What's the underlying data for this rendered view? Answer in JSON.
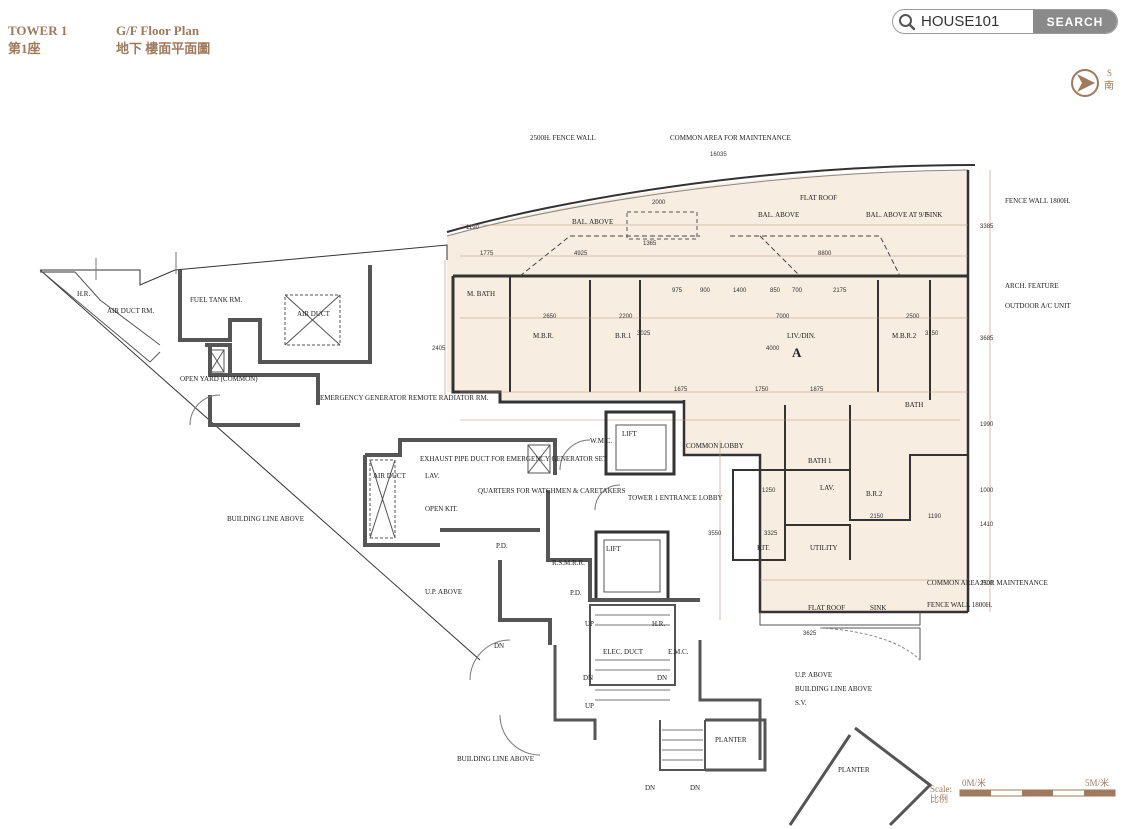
{
  "header": {
    "tower_en": "TOWER 1",
    "tower_zh": "第1座",
    "plan_en": "G/F Floor Plan",
    "plan_zh": "地下 樓面平面圖"
  },
  "search": {
    "value": "HOUSE101",
    "button_label": "SEARCH"
  },
  "compass": {
    "letter": "S",
    "zh": "南"
  },
  "rooms": {
    "flat_roof_top": "FLAT ROOF",
    "m_bath": "M. BATH",
    "mbr": "M.B.R.",
    "br1": "B.R.1",
    "liv_din": "LIV./DIN.",
    "unit": "A",
    "mbr2": "M.B.R.2",
    "bath": "BATH",
    "lift1": "LIFT",
    "lift2": "LIFT",
    "common_lobby": "COMMON LOBBY",
    "bath1": "BATH 1",
    "lav_a": "LAV.",
    "br2": "B.R.2",
    "kit": "KIT.",
    "utility": "UTILITY",
    "flat_roof_bottom": "FLAT ROOF",
    "air_duct_rm": "AIR DUCT RM.",
    "fuel_tank": "FUEL TANK RM.",
    "air_duct_2": "AIR DUCT",
    "open_yard": "OPEN YARD (COMMON)",
    "emergency_gen": "EMERGENCY GENERATOR REMOTE RADIATOR RM.",
    "air_duct_3": "AIR DUCT",
    "lav": "LAV.",
    "exhaust": "EXHAUST PIPE DUCT FOR EMERGENCY GENERATOR SET",
    "quarters": "QUARTERS FOR WATCHMEN & CARETAKERS",
    "open_kit": "OPEN KIT.",
    "tower_lobby": "TOWER 1 ENTRANCE LOBBY",
    "rsmrr": "R.S.M.R.R.",
    "pd1": "P.D.",
    "pd2": "P.D.",
    "hr": "H.R.",
    "elec_duct": "ELEC. DUCT",
    "emc": "E.M.C.",
    "planter1": "PLANTER",
    "planter2": "PLANTER",
    "hr_small": "H.R.",
    "wmc": "W.M.C."
  },
  "annotations": {
    "fence_wall_2500": "2500H. FENCE WALL",
    "common_area_top": "COMMON AREA FOR MAINTENANCE",
    "fence_wall_right": "FENCE WALL 1800H.",
    "bal_above_1": "BAL. ABOVE",
    "bal_above_2": "BAL. ABOVE",
    "bal_above_3": "BAL. ABOVE AT 9/F",
    "sink_top": "SINK",
    "arch_feature": "ARCH. FEATURE",
    "outdoor_ac": "OUTDOOR A/C UNIT",
    "building_line_left": "BUILDING LINE ABOVE",
    "up_above_left": "U.P. ABOVE",
    "common_area_bottom": "COMMON AREA FOR MAINTENANCE",
    "fence_wall_bottom": "FENCE WALL 1800H.",
    "sink_bottom": "SINK",
    "up_above_bottom": "U.P. ABOVE",
    "building_line_bottom": "BUILDING LINE ABOVE",
    "sv": "S.V.",
    "building_line_bottom2": "BUILDING LINE ABOVE",
    "up1": "UP",
    "up2": "UP",
    "dn1": "DN",
    "dn2": "DN",
    "dn3": "DN",
    "dn4": "DN",
    "dn5": "DN"
  },
  "dimensions": {
    "d16035": "16035",
    "d2000": "2000",
    "d1190": "1190",
    "d4925": "4925",
    "d8800": "8800",
    "d1775": "1775",
    "d1365": "1365",
    "d2650": "2650",
    "d2200": "2200",
    "d7000": "7000",
    "d2500": "2500",
    "d975": "975",
    "d900": "900",
    "d1400": "1400",
    "d850": "850",
    "d700": "700",
    "d2175": "2175",
    "d1675": "1675",
    "d1750": "1750",
    "d1875": "1875",
    "d3025": "3025",
    "d4000": "4000",
    "d3150": "3150",
    "d2405": "2405",
    "d3385": "3385",
    "d3685": "3685",
    "d1990": "1990",
    "d1000": "1000",
    "d1410": "1410",
    "d2500b": "2500",
    "d3550": "3550",
    "d1250": "1250",
    "d3325": "3325",
    "d2150": "2150",
    "d1190b": "1190",
    "d3625": "3625"
  },
  "scale": {
    "label_en": "Scale:",
    "label_zh": "比例",
    "start": "0M/米",
    "end": "5M/米"
  },
  "colors": {
    "brand": "#a07a5c",
    "unit_fill": "#f7ede0",
    "wall": "#555555",
    "button": "#8a8a8a"
  }
}
